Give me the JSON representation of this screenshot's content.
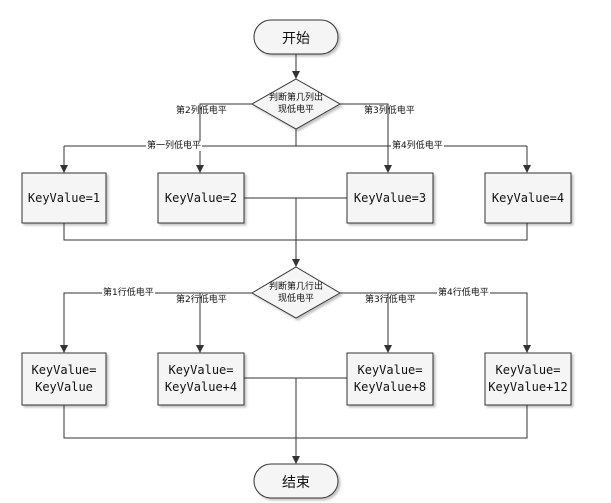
{
  "start_label": "开始",
  "end_label": "结束",
  "decision1": {
    "line1": "判断第几列出",
    "line2": "现低电平"
  },
  "decision2": {
    "line1": "判断第几行出",
    "line2": "现低电平"
  },
  "column_labels": [
    "第一列低电平",
    "第2列低电平",
    "第3列低电平",
    "第4列低电平"
  ],
  "column_boxes": [
    "KeyValue=1",
    "KeyValue=2",
    "KeyValue=3",
    "KeyValue=4"
  ],
  "row_labels": [
    "第1行低电平",
    "第2行低电平",
    "第3行低电平",
    "第4行低电平"
  ],
  "row_boxes": [
    {
      "line1": "KeyValue=",
      "line2": "KeyValue"
    },
    {
      "line1": "KeyValue=",
      "line2": "KeyValue+4"
    },
    {
      "line1": "KeyValue=",
      "line2": "KeyValue+8"
    },
    {
      "line1": "KeyValue=",
      "line2": "KeyValue+12"
    }
  ],
  "colors": {
    "box_fill": "#f5f5f5",
    "stroke": "#333333",
    "terminator_fill": "#f5f5f5"
  }
}
